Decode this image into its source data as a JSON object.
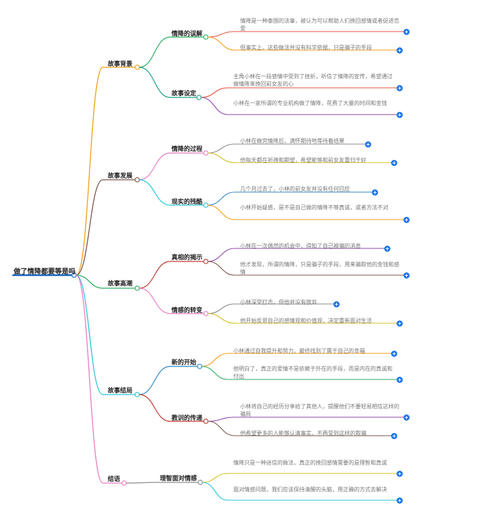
{
  "root": {
    "label": "做了情降都要等是吗"
  },
  "branches": [
    {
      "label": "故事背景",
      "color": "#f39c12",
      "children": [
        {
          "label": "情降的误解",
          "color": "#27ae60",
          "leaves": [
            {
              "text": "情降是一种泰国的法事，被认为可以帮助人们挽回感情或者促进恋爱",
              "color": "#e74c3c"
            },
            {
              "text": "但事实上，这些做法并没有科学依据，只是骗子的手段",
              "color": "#f39c12"
            }
          ]
        },
        {
          "label": "故事设定",
          "color": "#16a085",
          "leaves": [
            {
              "text": "主角小林在一段感情中受到了挫折，听信了情降的宣传，希望通过做情降来挽回前女友的心",
              "color": "#e74c3c"
            },
            {
              "text": "小林在一家所谓的专业机构做了情降，花费了大量的时间和金钱",
              "color": "#8e44ad"
            }
          ]
        }
      ]
    },
    {
      "label": "故事发展",
      "color": "#795548",
      "children": [
        {
          "label": "情降的过程",
          "color": "#e87bc0",
          "leaves": [
            {
              "text": "小林在做完情降后，满怀期待地等待着结果",
              "color": "#8a8a8a"
            },
            {
              "text": "他每天都在祈祷和期望，希望能够和前女友重归于好",
              "color": "#d4c020"
            }
          ]
        },
        {
          "label": "现实的残酷",
          "color": "#26c6da",
          "leaves": [
            {
              "text": "几个月过去了，小林的前女友并没有任何回应",
              "color": "#2e86c1"
            },
            {
              "text": "小林开始疑惑，是不是自己做的情降不够真诚，或者方法不对",
              "color": "#f39c12"
            }
          ]
        }
      ]
    },
    {
      "label": "故事高潮",
      "color": "#27ae60",
      "children": [
        {
          "label": "真相的揭示",
          "color": "#c0392b",
          "leaves": [
            {
              "text": "小林在一次偶然的机会中，得知了自己被骗的消息",
              "color": "#8e44ad"
            },
            {
              "text": "他才发现，所谓的情降，只是骗子的手段，用来骗取他的金钱和感情",
              "color": "#795548"
            }
          ]
        },
        {
          "label": "情感的转变",
          "color": "#e87bc0",
          "leaves": [
            {
              "text": "小林深受打击，但他并没有放弃",
              "color": "#8a8a8a"
            },
            {
              "text": "他开始反思自己的感情观和价值观，决定重新面对生活",
              "color": "#d4c020"
            }
          ]
        }
      ]
    },
    {
      "label": "故事结局",
      "color": "#26c6da",
      "children": [
        {
          "label": "新的开始",
          "color": "#2e86c1",
          "leaves": [
            {
              "text": "小林通过自我提升和努力，最终找到了属于自己的幸福",
              "color": "#f39c12"
            },
            {
              "text": "他明白了，真正的爱情不是依赖于外在的手段，而是内在的真诚和付出",
              "color": "#27ae60"
            }
          ]
        },
        {
          "label": "教训的传递",
          "color": "#c0392b",
          "leaves": [
            {
              "text": "小林将自己的经历分享给了其他人，提醒他们不要轻易相信这样的骗局",
              "color": "#8e44ad"
            },
            {
              "text": "他希望更多的人能够认清事实，不再受到这样的欺骗",
              "color": "#795548"
            }
          ]
        }
      ]
    },
    {
      "label": "结语",
      "color": "#e87bc0",
      "children": [
        {
          "label": "理智面对情感",
          "color": "#8a8a8a",
          "leaves": [
            {
              "text": "情降只是一种迷信的做法，真正的挽回感情需要的是理智和真诚",
              "color": "#d4c020"
            },
            {
              "text": "面对情感问题，我们应该保持清醒的头脑，用正确的方式去解决",
              "color": "#26c6da"
            }
          ]
        }
      ]
    }
  ],
  "expand_icon": "plus-icon",
  "root_color": "#1565c0"
}
